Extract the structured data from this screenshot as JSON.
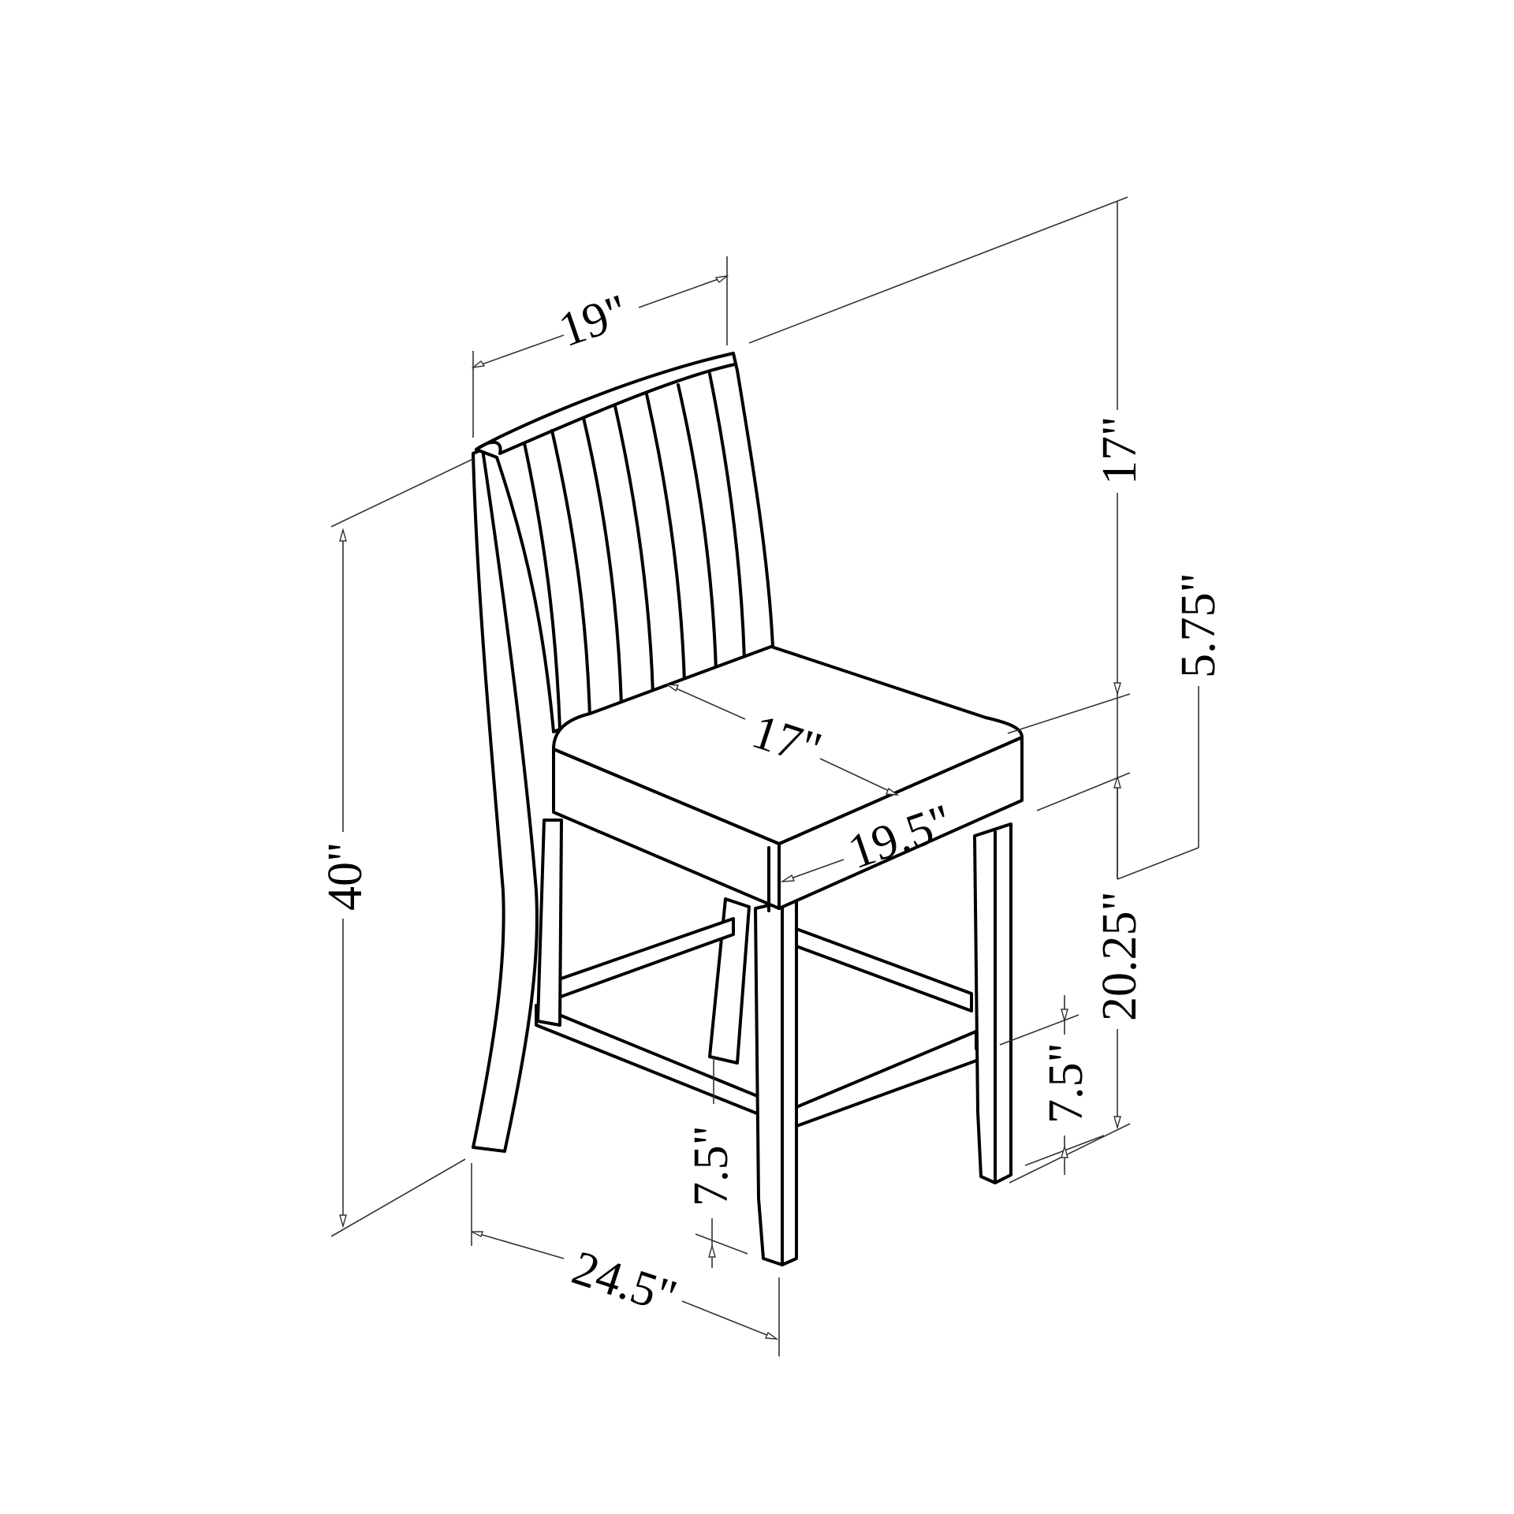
{
  "diagram": {
    "subject": "Counter-height dining chair with vertical slat back",
    "units": "inches",
    "dimensions": {
      "back_width": "19\"",
      "back_height": "17\"",
      "seat_cushion_height": "5.75\"",
      "seat_height_to_floor": "20.25\"",
      "footrest_height_side": "7.5\"",
      "footrest_height_front": "7.5\"",
      "seat_depth": "17\"",
      "seat_width": "19.5\"",
      "overall_height": "40\"",
      "overall_depth": "24.5\""
    },
    "colors": {
      "line": "#000000",
      "dimension_line": "#333333",
      "background": "#ffffff"
    }
  }
}
